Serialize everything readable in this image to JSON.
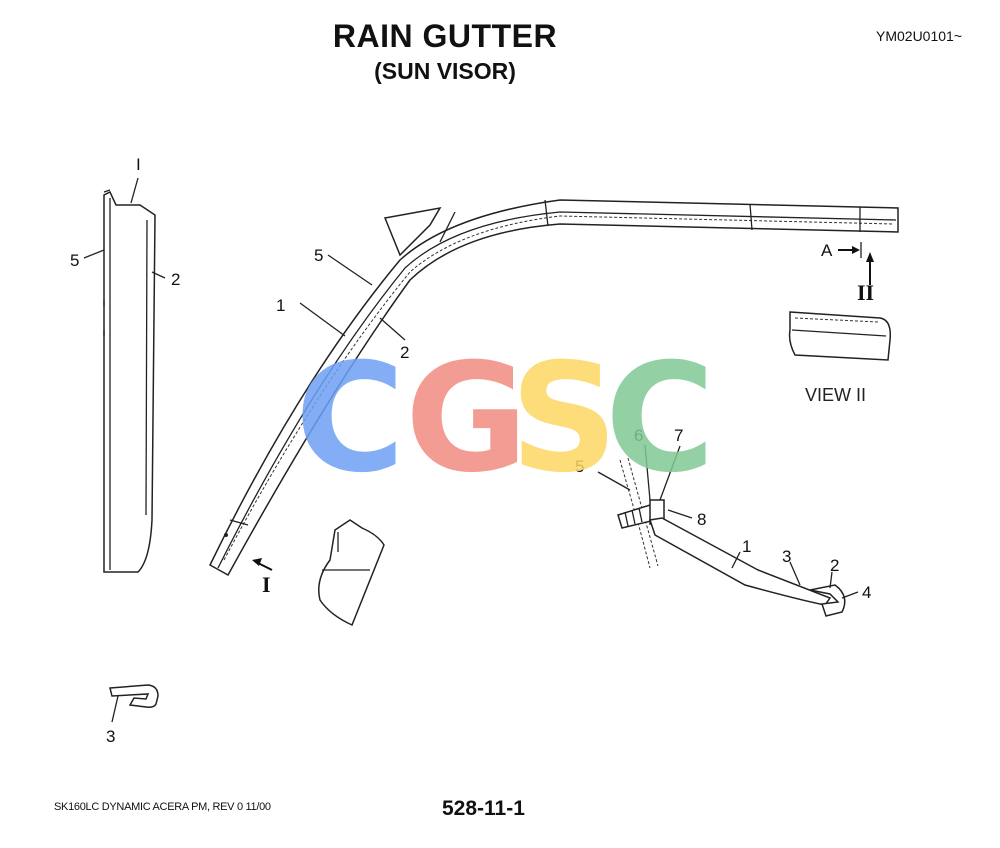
{
  "header": {
    "title": "RAIN GUTTER",
    "subtitle": "(SUN VISOR)",
    "doc_id": "YM02U0101~"
  },
  "footer": {
    "model_rev": "SK160LC DYNAMIC ACERA PM,  REV 0 11/00",
    "page_number": "528-11-1"
  },
  "watermark": {
    "letters": [
      "C",
      "G",
      "S",
      "C"
    ],
    "colors": [
      "#6ea1f5",
      "#f28b82",
      "#fdd663",
      "#81c995"
    ]
  },
  "diagram": {
    "view_label": "VIEW  II",
    "roman_I": "I",
    "roman_II": "II",
    "section_marker": "A",
    "callouts": {
      "left_top": "I",
      "left_5": "5",
      "left_2": "2",
      "arch_5": "5",
      "arch_1": "1",
      "arch_2": "2",
      "clip_3": "3",
      "detail_6": "6",
      "detail_7": "7",
      "detail_5": "5",
      "detail_8": "8",
      "detail_1": "1",
      "detail_3": "3",
      "detail_2": "2",
      "detail_4": "4"
    }
  }
}
